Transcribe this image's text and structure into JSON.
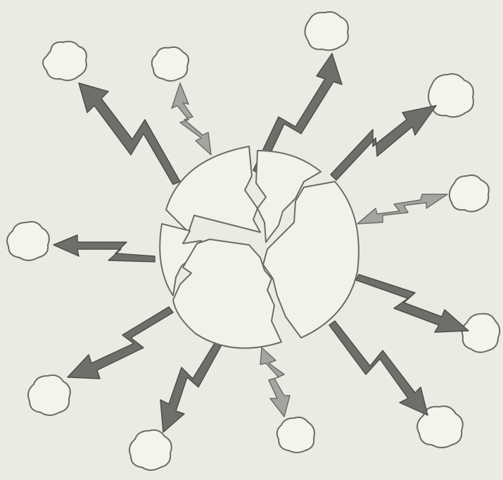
{
  "diagram": {
    "background": "#ecebe3",
    "colors": {
      "outline": "#6c6c66",
      "shard_fill": "#f2f1ea",
      "cloud_fill": "#f4f3ec",
      "arrow_dark": "#6e6e6b",
      "arrow_light": "#a4a4a0"
    },
    "shards": [
      "top-left",
      "top",
      "right",
      "left",
      "bottom"
    ],
    "clouds": [
      "top-left-far",
      "top-left-near",
      "top-right-near",
      "right-upper",
      "right-middle",
      "right-lower",
      "bottom-right",
      "bottom-center",
      "bottom-center-left",
      "bottom-left",
      "left"
    ],
    "arrows": [
      {
        "id": "to-top-left-far",
        "style": "dark",
        "heads": "outward"
      },
      {
        "id": "to-top-left-near",
        "style": "light",
        "heads": "both"
      },
      {
        "id": "to-top-right-near",
        "style": "dark",
        "heads": "outward"
      },
      {
        "id": "to-right-upper",
        "style": "dark",
        "heads": "outward"
      },
      {
        "id": "to-right-middle",
        "style": "light",
        "heads": "both"
      },
      {
        "id": "to-right-lower",
        "style": "dark",
        "heads": "outward"
      },
      {
        "id": "to-bottom-right",
        "style": "dark",
        "heads": "outward"
      },
      {
        "id": "to-bottom-center",
        "style": "light",
        "heads": "both"
      },
      {
        "id": "to-bottom-center-left",
        "style": "dark",
        "heads": "outward"
      },
      {
        "id": "to-bottom-left",
        "style": "dark",
        "heads": "outward"
      },
      {
        "id": "to-left",
        "style": "dark",
        "heads": "outward"
      }
    ]
  }
}
